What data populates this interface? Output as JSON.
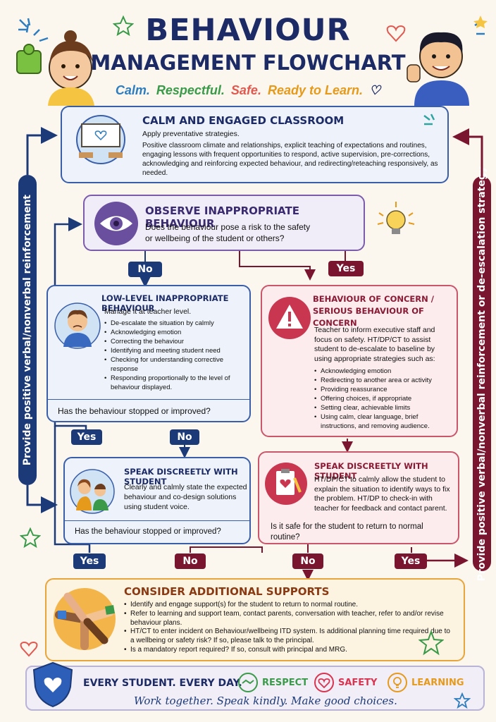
{
  "header": {
    "title_line1": "BEHAVIOUR",
    "title_line2": "MANAGEMENT FLOWCHART",
    "tagline": [
      "Calm.",
      "Respectful.",
      "Safe.",
      "Ready to Learn."
    ],
    "tagline_colors": [
      "#2e7dbf",
      "#3a9a4a",
      "#e0584f",
      "#e59a1c"
    ]
  },
  "sidebars": {
    "left": "Provide positive verbal/nonverbal reinforcement",
    "right": "Provide positive verbal/nonverbal reinforcement or de-escalation strategy"
  },
  "calm": {
    "title": "CALM AND ENGAGED CLASSROOM",
    "subtitle": "Apply preventative strategies.",
    "body": "Positive classroom climate and relationships, explicit teaching of expectations and routines, engaging lessons with frequent opportunities to respond, active supervision, pre-corrections, acknowledging and reinforcing expected behaviour, and redirecting/reteaching responsively, as needed."
  },
  "observe": {
    "title": "OBSERVE INAPPROPRIATE BEHAVIOUR",
    "question": "Does the behaviour pose a risk to the safety or wellbeing of the student or others?"
  },
  "labels": {
    "no": "No",
    "yes": "Yes"
  },
  "low": {
    "title": "LOW-LEVEL INAPPROPRIATE BEHAVIOUR",
    "intro": "Manage it at teacher level.",
    "items": [
      "De-escalate the situation by calmly",
      "Acknowledging emotion",
      "Correcting the behaviour",
      "Identifying and meeting student need",
      "Checking for understanding corrective response",
      "Responding proportionally to the level of behaviour displayed."
    ],
    "question": "Has the behaviour stopped or improved?"
  },
  "concern": {
    "title_line1": "BEHAVIOUR OF CONCERN /",
    "title_line2": "SERIOUS BEHAVIOUR OF CONCERN",
    "intro": "Teacher to inform executive staff and focus on safety. HT/DP/CT to assist student to de-escalate to baseline by using appropriate strategies such as:",
    "items": [
      "Acknowledging emotion",
      "Redirecting to another area or activity",
      "Providing reassurance",
      "Offering choices, if appropriate",
      "Setting clear, achievable limits",
      "Using calm, clear language, brief instructions, and removing audience."
    ]
  },
  "speak_left": {
    "title": "SPEAK DISCREETLY WITH STUDENT",
    "body": "Clearly and calmly state the expected behaviour and co-design solutions using student voice.",
    "question": "Has the behaviour stopped or improved?"
  },
  "speak_right": {
    "title": "SPEAK DISCREETLY WITH STUDENT",
    "body": "HT/DP/CT to calmly allow the student to explain the situation to identify ways to fix the problem. HT/DP to check-in with teacher for feedback and contact parent.",
    "question": "Is it safe for the student to return to normal routine?"
  },
  "supports": {
    "title": "CONSIDER ADDITIONAL SUPPORTS",
    "items": [
      "Identify and engage support(s) for the student to return to normal routine.",
      "Refer to learning and support team, contact parents, conversation with teacher, refer to and/or revise behaviour plans.",
      "HT/CT to enter incident on Behaviour/wellbeing ITD system. Is additional planning time required due to a wellbeing or safety risk? If so, please talk to the principal.",
      "Is a mandatory report required? If so, consult with principal and MRG."
    ]
  },
  "footer": {
    "motto": "EVERY STUDENT. EVERY DAY.",
    "values": [
      "RESPECT",
      "SAFETY",
      "LEARNING"
    ],
    "value_colors": [
      "#3a9a4a",
      "#d9344f",
      "#e59a1c"
    ],
    "slogan": "Work together. Speak kindly. Make good choices."
  },
  "colors": {
    "navy": "#1c3a78",
    "maroon": "#7a1530",
    "blue_box_bg": "#eef3fb",
    "blue_border": "#3a5ea8",
    "purple_border": "#7b5cab",
    "purple_bg": "#f1edf8",
    "red_border": "#c9566b",
    "red_bg": "#fcecee",
    "orange_border": "#e7a53c",
    "orange_bg": "#fdf3e1"
  }
}
